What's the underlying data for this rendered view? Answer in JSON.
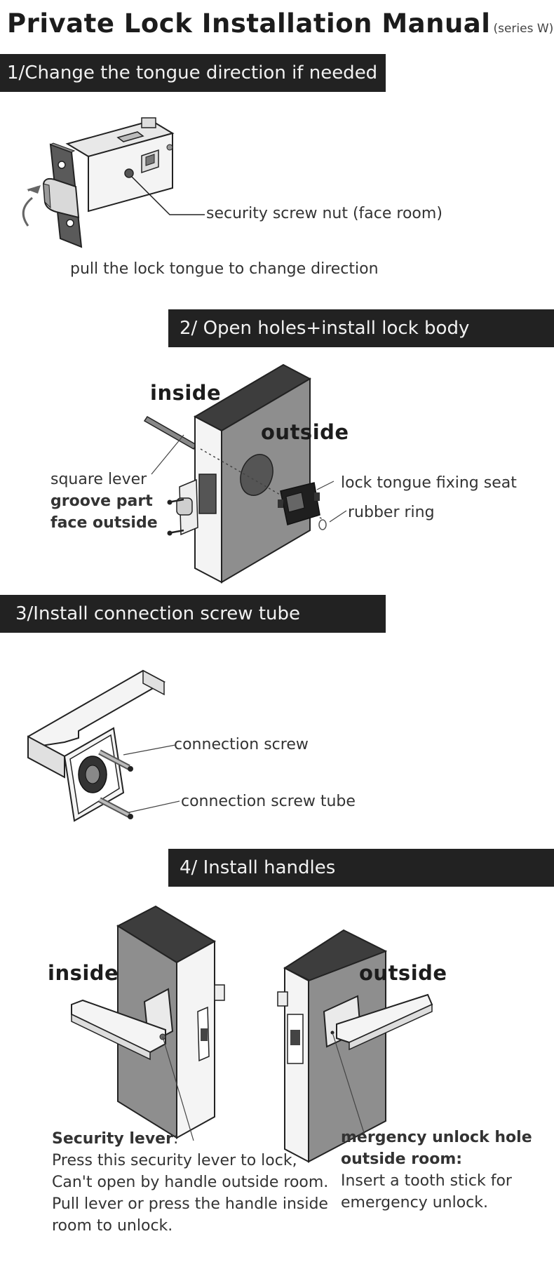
{
  "header": {
    "title": "Private Lock Installation Manual",
    "series": "(series W)"
  },
  "step1": {
    "banner": "1/Change the tongue direction if needed",
    "callout": "security screw nut (face room)",
    "caption": "pull the lock tongue  to change direction"
  },
  "step2": {
    "banner": "2/ Open holes+install lock body",
    "inside": "inside",
    "outside": "outside",
    "square_lever": "square lever",
    "groove_line1": "groove part",
    "groove_line2": "face outside",
    "fixing_seat": "lock tongue fixing seat",
    "rubber_ring": "rubber ring"
  },
  "step3": {
    "banner": "3/Install connection screw tube",
    "connection_screw": "connection screw",
    "connection_screw_tube": "connection screw tube"
  },
  "step4": {
    "banner": "4/ Install handles",
    "inside": "inside",
    "outside": "outside",
    "security_lever_title": "Security lever",
    "security_lever_colon": ":",
    "security_lines": [
      "Press this security lever to lock,",
      "Can't open by handle outside room.",
      "Pull lever or press the handle inside",
      "room to unlock."
    ],
    "emergency_title1": "mergency unlock hole",
    "emergency_title2": "outside room:",
    "emergency_lines": [
      "Insert a tooth stick for",
      "emergency unlock."
    ]
  }
}
